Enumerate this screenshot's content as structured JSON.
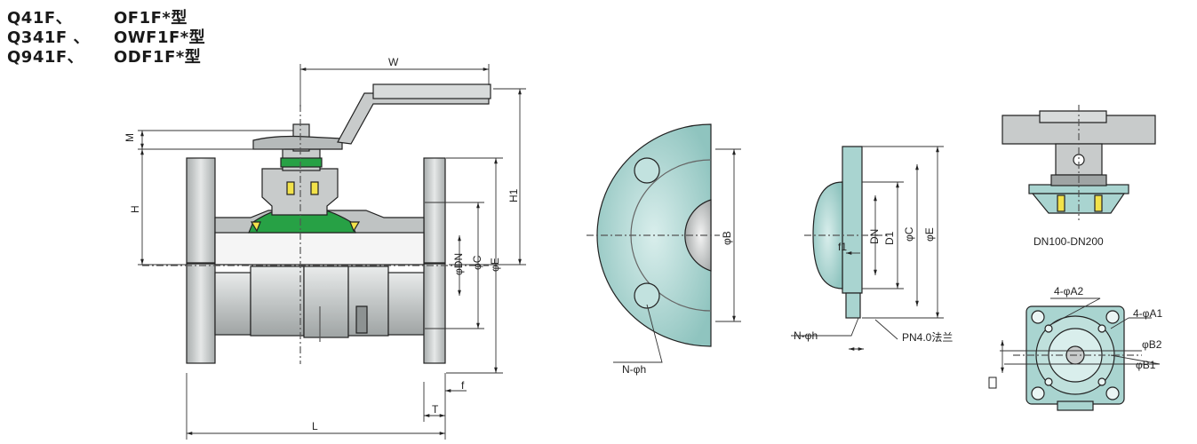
{
  "titles": [
    {
      "model": "Q41F、",
      "code": "OF1F*型"
    },
    {
      "model": "Q341F 、",
      "code": "OWF1F*型"
    },
    {
      "model": "Q941F、",
      "code": "ODF1F*型"
    }
  ],
  "main_view": {
    "dim_w": "W",
    "dim_m": "M",
    "dim_h": "H",
    "dim_h1": "H1",
    "dim_dn": "φDN",
    "dim_c": "φC",
    "dim_e": "φE",
    "dim_l": "L",
    "dim_t": "T",
    "dim_f": "f"
  },
  "flange_front": {
    "dim_b": "φB",
    "holes": "N-φh"
  },
  "flange_section": {
    "dim_f1": "f1",
    "dim_dn": "DN",
    "dim_d1": "D1",
    "dim_c": "φC",
    "dim_e": "φE",
    "holes": "N-φh",
    "note": "PN4.0法兰"
  },
  "top_detail": {
    "caption": "DN100-DN200"
  },
  "mount_pad": {
    "a2": "4-φA2",
    "a1": "4-φA1",
    "b2": "φB2",
    "b1": "φB1"
  },
  "colors": {
    "body": "#c8cbcb",
    "teal": "#a9d4d0",
    "green": "#27a145",
    "yellow": "#f2e24a",
    "line": "#222222"
  }
}
